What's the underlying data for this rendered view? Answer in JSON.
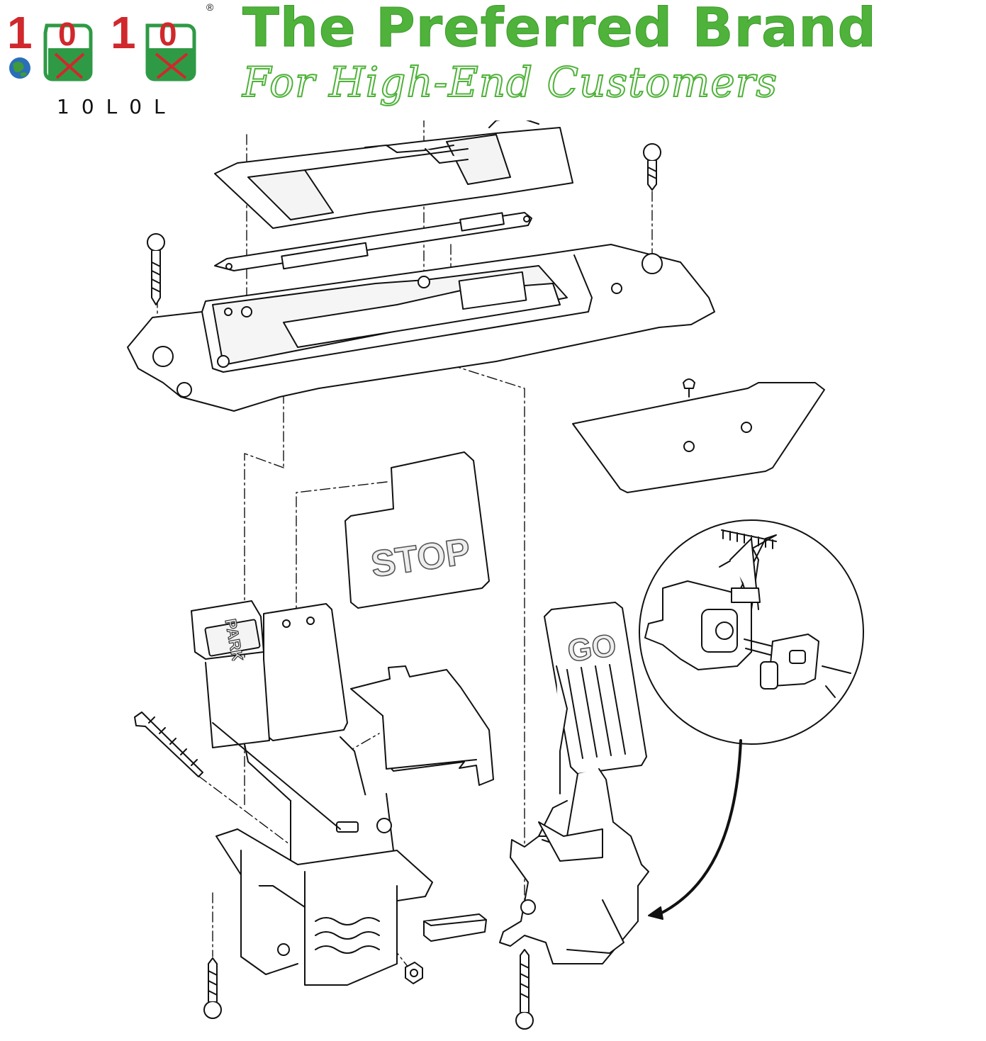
{
  "header": {
    "logo_mark": "1010",
    "logo_text": "10L0L",
    "registered_mark": "®",
    "headline": "The Preferred Brand",
    "tagline": "For High-End Customers"
  },
  "diagram": {
    "stop_label": "STOP",
    "park_label": "PARK",
    "go_label": "GO"
  },
  "colors": {
    "brand_green": "#4fb23a",
    "logo_red": "#d0282c",
    "line": "#111111"
  }
}
